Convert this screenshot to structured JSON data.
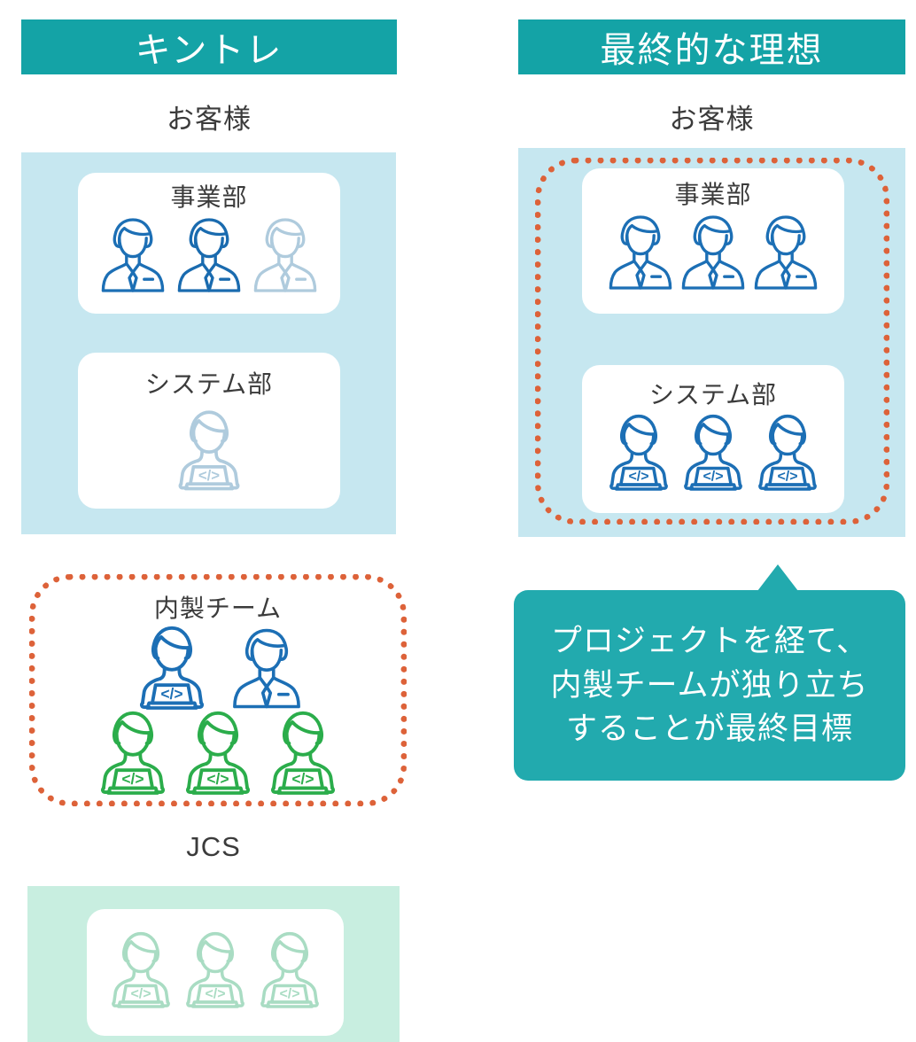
{
  "colors": {
    "teal_header": "#14A3A6",
    "callout_teal": "#22AAAE",
    "panel_blue": "#C6E7F0",
    "panel_mint": "#C8EEE0",
    "dashed_orange": "#DD6239",
    "icon_blue_strong": "#1C6FB5",
    "icon_blue_faded": "#A9C9DD",
    "icon_green_strong": "#2BAD4B",
    "icon_green_faded": "#A9DCC3",
    "text_dark": "#3b3b3b"
  },
  "columns": {
    "left": {
      "header": "キントレ",
      "customer_label": "お客様",
      "cards": [
        {
          "title": "事業部",
          "icons": [
            {
              "type": "suit-person-icon",
              "state": "solid"
            },
            {
              "type": "suit-person-icon",
              "state": "solid"
            },
            {
              "type": "suit-person-icon",
              "state": "faded"
            }
          ]
        },
        {
          "title": "システム部",
          "icons": [
            {
              "type": "developer-person-icon",
              "state": "faded"
            }
          ]
        }
      ],
      "inhouse": {
        "title": "内製チーム",
        "row_top": [
          {
            "type": "developer-person-icon",
            "state": "solid-blue"
          },
          {
            "type": "suit-person-icon",
            "state": "solid-blue"
          }
        ],
        "row_bottom": [
          {
            "type": "developer-person-icon",
            "state": "solid-green"
          },
          {
            "type": "developer-person-icon",
            "state": "solid-green"
          },
          {
            "type": "developer-person-icon",
            "state": "solid-green"
          }
        ]
      },
      "jcs": {
        "label": "JCS",
        "icons": [
          {
            "type": "developer-person-icon",
            "state": "faded-green"
          },
          {
            "type": "developer-person-icon",
            "state": "faded-green"
          },
          {
            "type": "developer-person-icon",
            "state": "faded-green"
          }
        ]
      }
    },
    "right": {
      "header": "最終的な理想",
      "customer_label": "お客様",
      "cards": [
        {
          "title": "事業部",
          "icons": [
            {
              "type": "suit-person-icon",
              "state": "solid"
            },
            {
              "type": "suit-person-icon",
              "state": "solid"
            },
            {
              "type": "suit-person-icon",
              "state": "solid"
            }
          ]
        },
        {
          "title": "システム部",
          "icons": [
            {
              "type": "developer-person-icon",
              "state": "solid"
            },
            {
              "type": "developer-person-icon",
              "state": "solid"
            },
            {
              "type": "developer-person-icon",
              "state": "solid"
            }
          ]
        }
      ],
      "callout": {
        "line1": "プロジェクトを経て、",
        "line2": "内製チームが独り立ち",
        "line3": "することが最終目標"
      }
    }
  },
  "icon_code_glyph": "</>"
}
